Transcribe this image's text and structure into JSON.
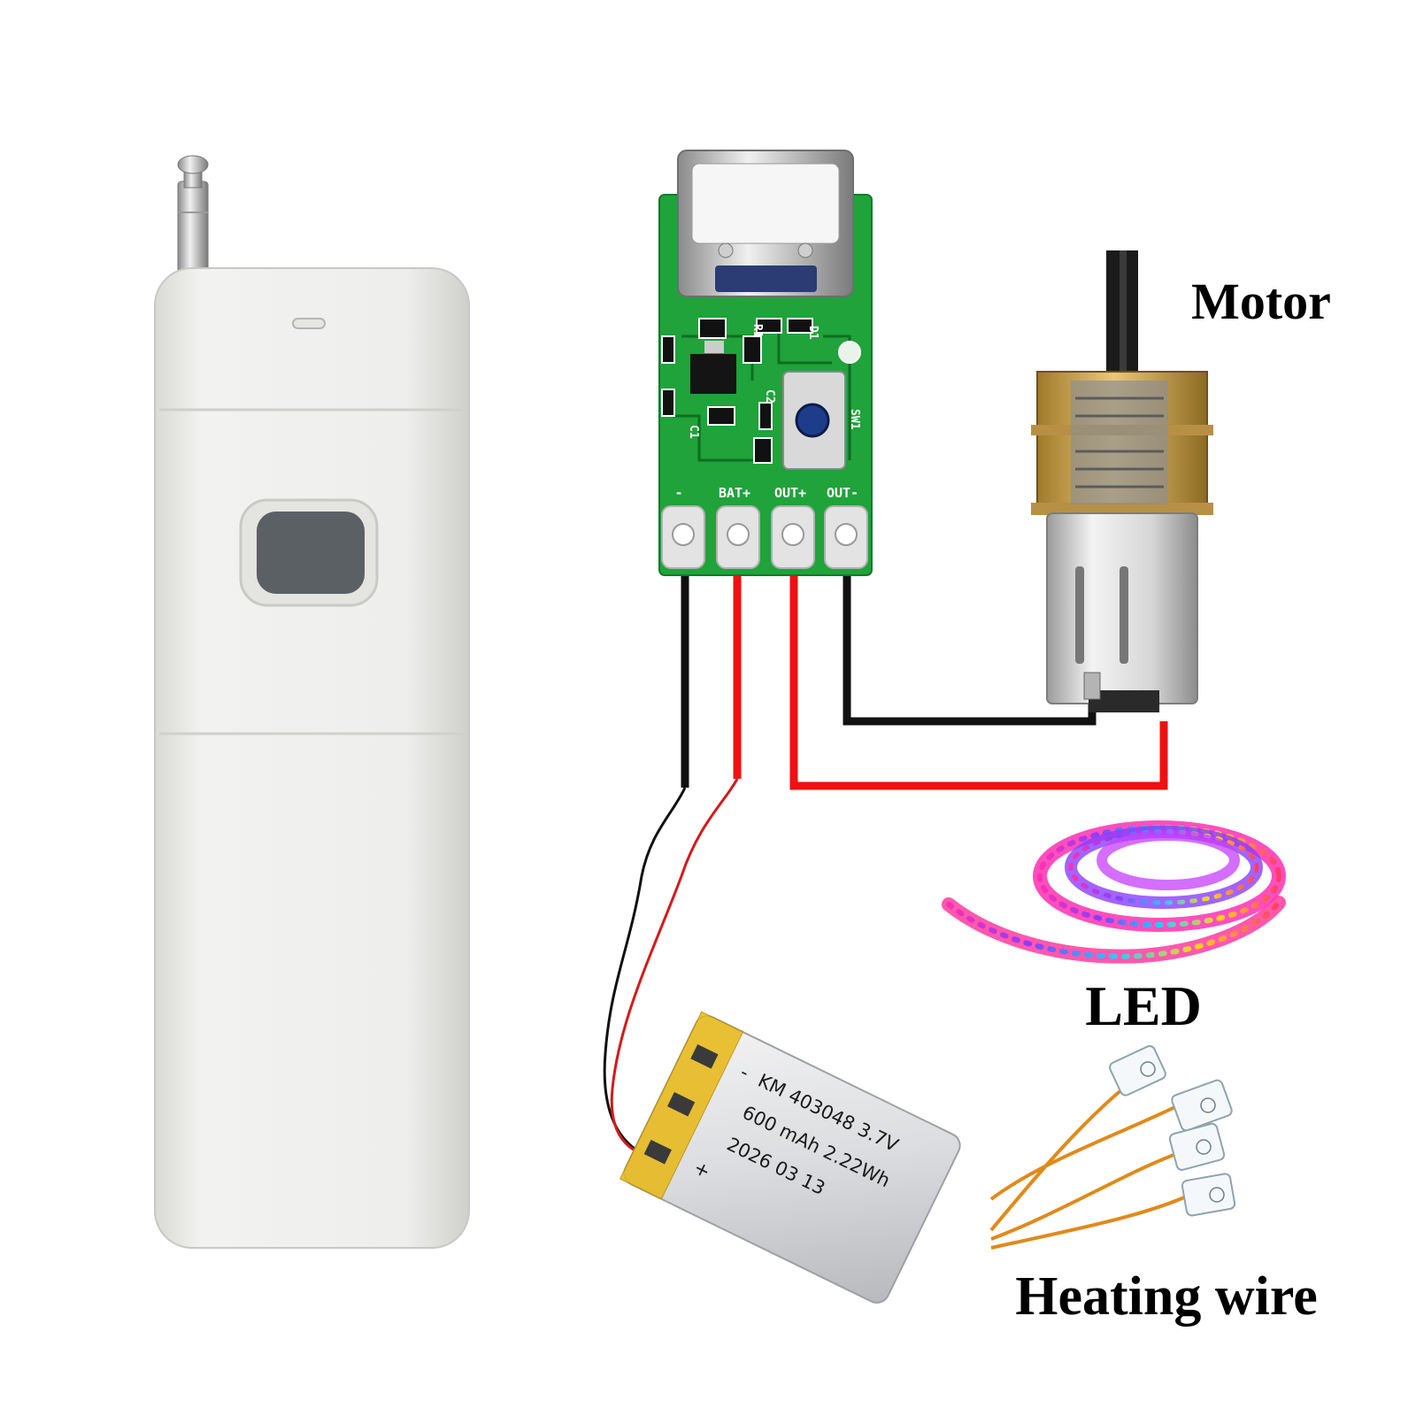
{
  "labels": {
    "motor": "Motor",
    "led": "LED",
    "heating_wire": "Heating wire"
  },
  "pcb": {
    "pins": [
      "-",
      "BAT+",
      "OUT+",
      "OUT-"
    ],
    "silkscreen": [
      "C2",
      "C1",
      "SW1",
      "R1",
      "D1"
    ]
  },
  "battery": {
    "line1": "KM 403048  3.7V",
    "line2": "600 mAh  2.22Wh",
    "line3": "2026 03 13",
    "minus": "-",
    "plus": "+"
  },
  "colors": {
    "pcb_green": "#1fa33a",
    "wire_red": "#ee1111",
    "wire_black": "#111111",
    "remote_body": "#ececea",
    "remote_button": "#5b6065"
  }
}
